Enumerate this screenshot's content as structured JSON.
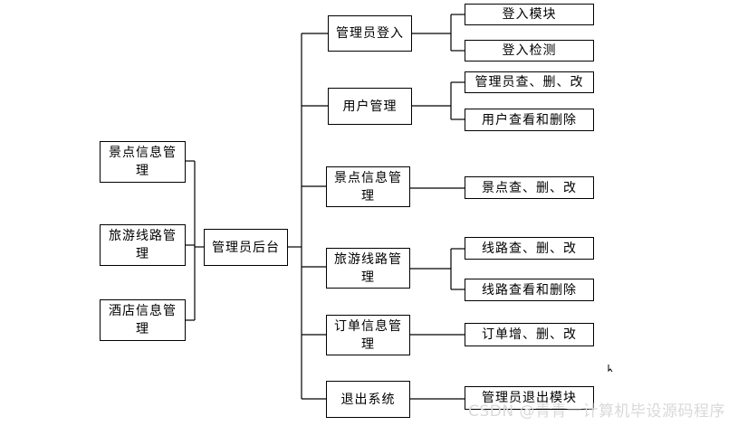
{
  "nodes": {
    "root": "管理员后台",
    "left": [
      "景点信息管理",
      "旅游线路管理",
      "酒店信息管理"
    ],
    "mid": [
      "管理员登入",
      "用户管理",
      "景点信息管理",
      "旅游线路管理",
      "订单信息管理",
      "退出系统"
    ],
    "right": {
      "login": [
        "登入模块",
        "登入检测"
      ],
      "user": [
        "管理员查、删、改",
        "用户查看和删除"
      ],
      "scenic": [
        "景点查、删、改"
      ],
      "route": [
        "线路查、删、改",
        "线路查看和删除"
      ],
      "order": [
        "订单增、删、改"
      ],
      "logout": [
        "管理员退出模块"
      ]
    }
  },
  "watermark": "CSDN @青青一计算机毕设源码程序",
  "colors": {
    "line": "#000000",
    "box_border": "#000000",
    "watermark": "#d9d9d9"
  }
}
